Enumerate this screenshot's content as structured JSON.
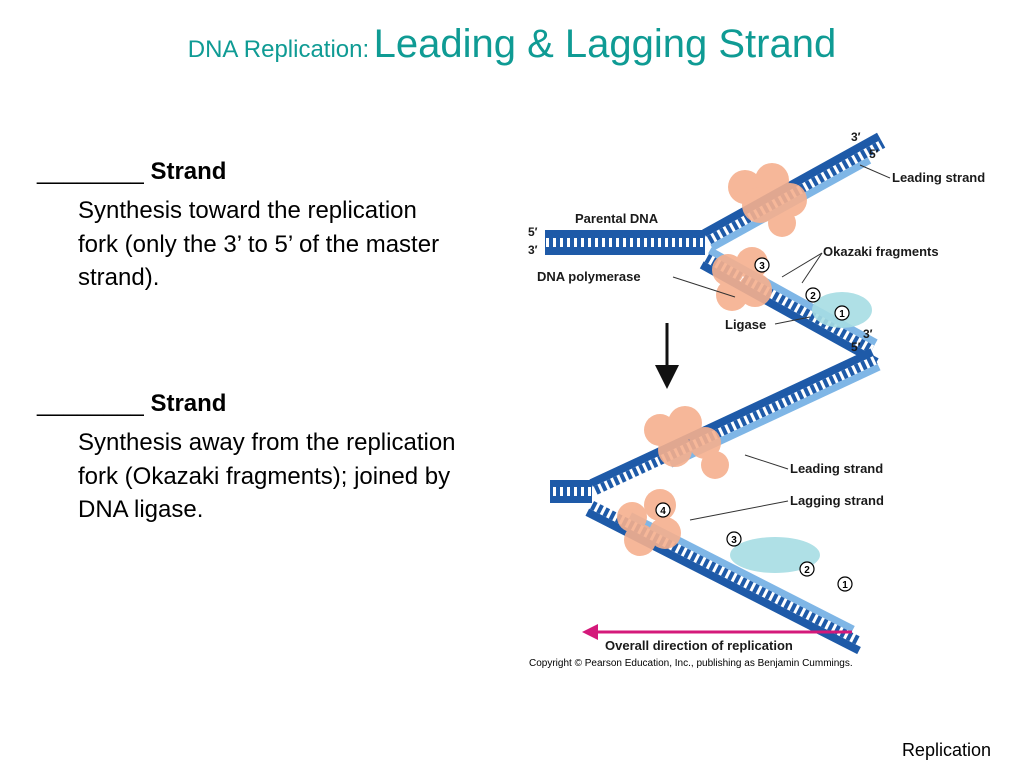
{
  "title": {
    "prefix": "DNA Replication:",
    "main": "Leading & Lagging Strand"
  },
  "bullets": [
    {
      "blank": "________",
      "word": "Strand",
      "body": "Synthesis toward the replication fork (only the 3’ to 5’ of the master strand)."
    },
    {
      "blank": "________",
      "word": "Strand",
      "body": "Synthesis away from the replication fork (Okazaki fragments); joined by DNA ligase."
    }
  ],
  "diagram": {
    "top": {
      "parental_dna": "Parental DNA",
      "dna_polymerase": "DNA polymerase",
      "ligase": "Ligase",
      "okazaki": "Okazaki fragments",
      "leading": "Leading strand",
      "end_5_left": "5′",
      "end_3_left": "3′",
      "end_3_top": "3′",
      "end_5_top": "5′",
      "end_3_bottom": "3′",
      "end_5_bottom": "5′",
      "steps": [
        "1",
        "2",
        "3"
      ]
    },
    "bottom": {
      "leading": "Leading strand",
      "lagging": "Lagging strand",
      "steps": [
        "1",
        "2",
        "3",
        "4"
      ]
    },
    "direction": "Overall direction of replication",
    "copyright": "Copyright © Pearson Education, Inc., publishing as Benjamin Cummings."
  },
  "footer": "Replication",
  "colors": {
    "title": "#0f9b94",
    "dna_dark": "#1e5aa8",
    "dna_light": "#7fb6e6",
    "enzyme": "#f6b08e",
    "ligase": "#a6dde3",
    "direction_arrow": "#d4197a"
  }
}
